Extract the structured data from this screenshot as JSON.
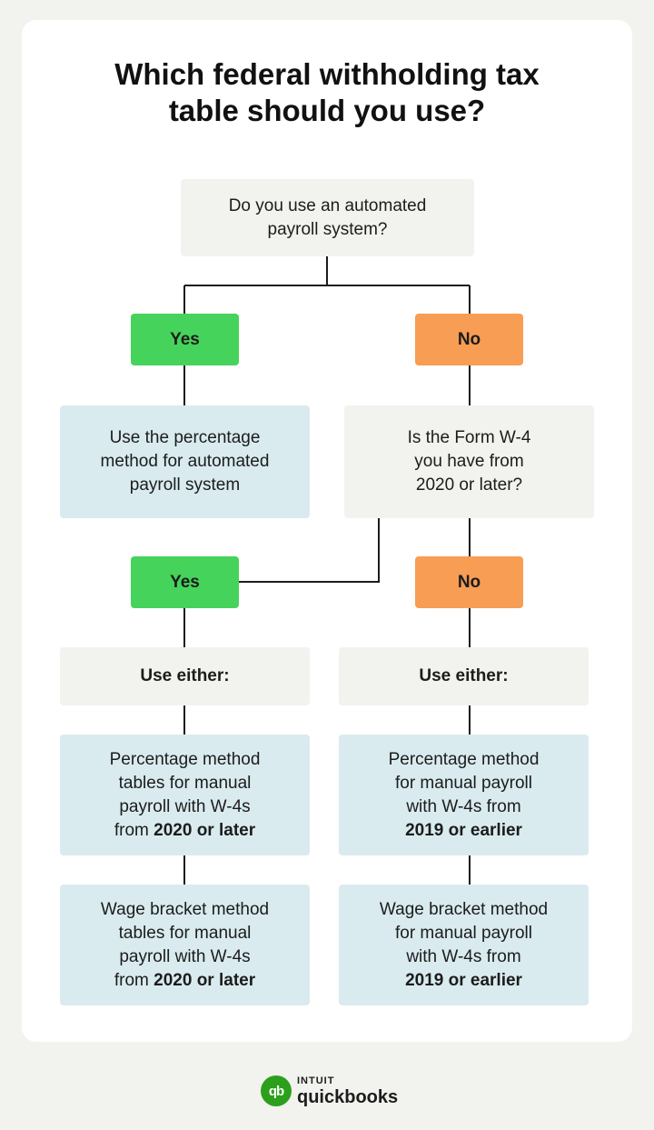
{
  "title": {
    "line1": "Which federal withholding tax",
    "line2": "table should you use?"
  },
  "start": {
    "line1": "Do you use an automated",
    "line2": "payroll system?"
  },
  "answer": {
    "yes": "Yes",
    "no": "No"
  },
  "percentage_automated": {
    "line1": "Use the percentage",
    "line2": "method for automated",
    "line3": "payroll system"
  },
  "w4_question": {
    "line1": "Is the Form W-4",
    "line2": "you have from",
    "line3": "2020 or later?"
  },
  "use_either": "Use either:",
  "left_percentage": {
    "line1": "Percentage method",
    "line2": "tables for manual",
    "line3": "payroll with W-4s",
    "line4_prefix": "from ",
    "line4_bold": "2020 or later"
  },
  "right_percentage": {
    "line1": "Percentage method",
    "line2": "for manual payroll",
    "line3": "with W-4s from",
    "line4_bold": "2019 or earlier"
  },
  "left_wage": {
    "line1": "Wage bracket method",
    "line2": "tables for manual",
    "line3": "payroll with W-4s",
    "line4_prefix": "from ",
    "line4_bold": "2020 or later"
  },
  "right_wage": {
    "line1": "Wage bracket method",
    "line2": "for manual payroll",
    "line3": "with W-4s from",
    "line4_bold": "2019 or earlier"
  },
  "logo": {
    "mark": "qb",
    "brand_top": "INTUIT",
    "brand_bottom": "quickbooks"
  },
  "colors": {
    "yes": "#46d35b",
    "no": "#f79d54",
    "question": "#f2f2ee",
    "result": "#d9ebef",
    "brand": "#2ca01c"
  }
}
